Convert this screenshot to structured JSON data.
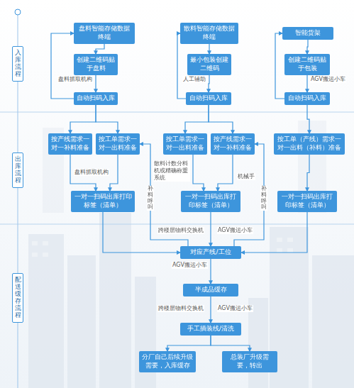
{
  "diagram": {
    "nodes": [
      {
        "text": [
          "盘料智能存储数据终端"
        ]
      },
      {
        "text": [
          "散料智能存储数据终端"
        ]
      },
      {
        "text": [
          "智能货架"
        ]
      },
      {
        "text": [
          "创建二维码贴于盘料"
        ]
      },
      {
        "text": [
          "最小包装创建二维码"
        ]
      },
      {
        "text": [
          "创建二维码贴于包装"
        ]
      },
      {
        "text": [
          "自动扫码入库"
        ]
      },
      {
        "text": [
          "自动扫码入库"
        ]
      },
      {
        "text": [
          "自动扫码入库"
        ]
      },
      {
        "text": [
          "按产线需求一对一补料准备"
        ]
      },
      {
        "text": [
          "按工单需求一对一出料准备"
        ]
      },
      {
        "text": [
          "按工单需求一对一出料准备"
        ]
      },
      {
        "text": [
          "按产线需求一对一补料准备"
        ]
      },
      {
        "text": [
          "按工单（产线）需求一对一出料（补料）准备"
        ]
      },
      {
        "text": [
          "一对一扫码出库打印标签（清单）"
        ]
      },
      {
        "text": [
          "一对一扫码出库打印标签（清单）"
        ]
      },
      {
        "text": [
          "一对一扫码出库打印标签（清单）"
        ]
      },
      {
        "text": [
          "对应产线/工位"
        ]
      },
      {
        "text": [
          "半成品缓存"
        ]
      },
      {
        "text": [
          "手工插装线/清洗"
        ]
      },
      {
        "text": [
          "分厂自己后续升级需要，入库缓存"
        ]
      },
      {
        "text": [
          "总装厂升级需要，转出"
        ]
      },
      {
        "text": [
          "入库流程"
        ]
      },
      {
        "text": [
          "出库流程"
        ]
      },
      {
        "text": [
          "配送缓存流程"
        ]
      }
    ],
    "edges": [
      {
        "from": 0,
        "to": 3,
        "arrow": "to"
      },
      {
        "from": 1,
        "to": 4,
        "arrow": "to"
      },
      {
        "from": 2,
        "to": 5,
        "arrow": "to"
      },
      {
        "from": 3,
        "to": 6,
        "label": "盘料抓取机构",
        "arrow": "to"
      },
      {
        "from": 4,
        "to": 7,
        "label": "人工辅助",
        "arrow": "to"
      },
      {
        "from": 5,
        "to": 8,
        "label": "AGV搬运小车",
        "arrow": "to"
      },
      {
        "from": 6,
        "to": 0,
        "arrow": "to"
      },
      {
        "from": 7,
        "to": 1,
        "arrow": "to"
      },
      {
        "from": 8,
        "to": 2,
        "arrow": "to"
      },
      {
        "from": 6,
        "to": 9,
        "arrow": "to"
      },
      {
        "from": 6,
        "to": 10,
        "arrow": "to"
      },
      {
        "from": 7,
        "to": 11,
        "arrow": "to"
      },
      {
        "from": 7,
        "to": 12,
        "arrow": "to"
      },
      {
        "from": 8,
        "to": 13,
        "arrow": "to"
      },
      {
        "from": 9,
        "to": 14,
        "arrow": "to"
      },
      {
        "from": 10,
        "to": 14,
        "arrow": "to"
      },
      {
        "from": 11,
        "to": 15,
        "arrow": "to"
      },
      {
        "from": 12,
        "to": 15,
        "arrow": "to"
      },
      {
        "from": 13,
        "to": 16,
        "arrow": "to"
      },
      {
        "from": 17,
        "to": 10,
        "arrow": "to"
      },
      {
        "from": 17,
        "to": 12,
        "arrow": "to"
      },
      {
        "from": 14,
        "to": 17,
        "arrow": "to"
      },
      {
        "from": 15,
        "to": 17,
        "arrow": "to"
      },
      {
        "from": 16,
        "to": 17,
        "arrow": "to"
      },
      {
        "from": 17,
        "to": 18,
        "label": "AGV搬运小车",
        "arrow": "to"
      },
      {
        "from": 18,
        "to": 19,
        "arrow": "to"
      },
      {
        "from": 19,
        "to": 20,
        "arrow": "to"
      },
      {
        "from": 19,
        "to": 21,
        "arrow": "to"
      }
    ],
    "labels": [
      "盘料抓取机构",
      "散料计数分料机或精确称重系统",
      "机械手",
      "补料呼叫",
      "补料呼叫",
      "跨楼层物料交换机",
      "AGV搬运小车",
      "跨楼层物料交换机",
      "AGV搬运小车"
    ]
  }
}
